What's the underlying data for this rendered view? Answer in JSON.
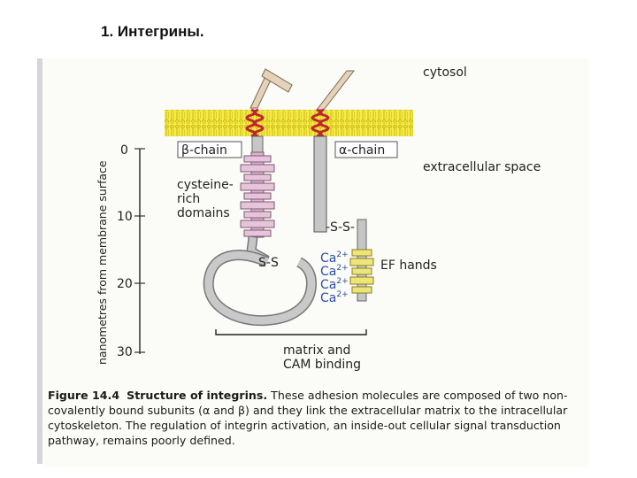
{
  "slide": {
    "title": "1. Интегрины."
  },
  "diagram": {
    "axis": {
      "label": "nanometres from membrane surface",
      "ticks": [
        "0",
        "10",
        "20",
        "30"
      ]
    },
    "labels": {
      "cytosol": "cytosol",
      "extracellular": "extracellular space",
      "beta_chain": "β-chain",
      "alpha_chain": "α-chain",
      "cysteine_line1": "cysteine-",
      "cysteine_line2": "rich",
      "cysteine_line3": "domains",
      "disulfide_alpha": "-S-S-",
      "disulfide_beta": "S-S",
      "ca": [
        "Ca",
        "Ca",
        "Ca",
        "Ca"
      ],
      "ca_charge": "2+",
      "ef_hands": "EF hands",
      "matrix_line1": "matrix and",
      "matrix_line2": "CAM binding"
    },
    "colors": {
      "membrane": "#f5ec4a",
      "helix": "#c0272d",
      "domain_pink": "#e8c4dc",
      "ef_yellow": "#eee57a",
      "ca_blue": "#2a4fa8",
      "stalk_grey": "#c6c6c6",
      "tail_tan": "#e6d2b8"
    }
  },
  "caption": {
    "figure_label": "Figure 14.4",
    "bold_title": "Structure of integrins.",
    "text": " These adhesion molecules are composed of two non-covalently bound subunits (α and β) and they link the extracellular matrix to the intracellular cytoskeleton. The regulation of integrin activation, an inside-out cellular signal transduction pathway, remains poorly defined."
  }
}
